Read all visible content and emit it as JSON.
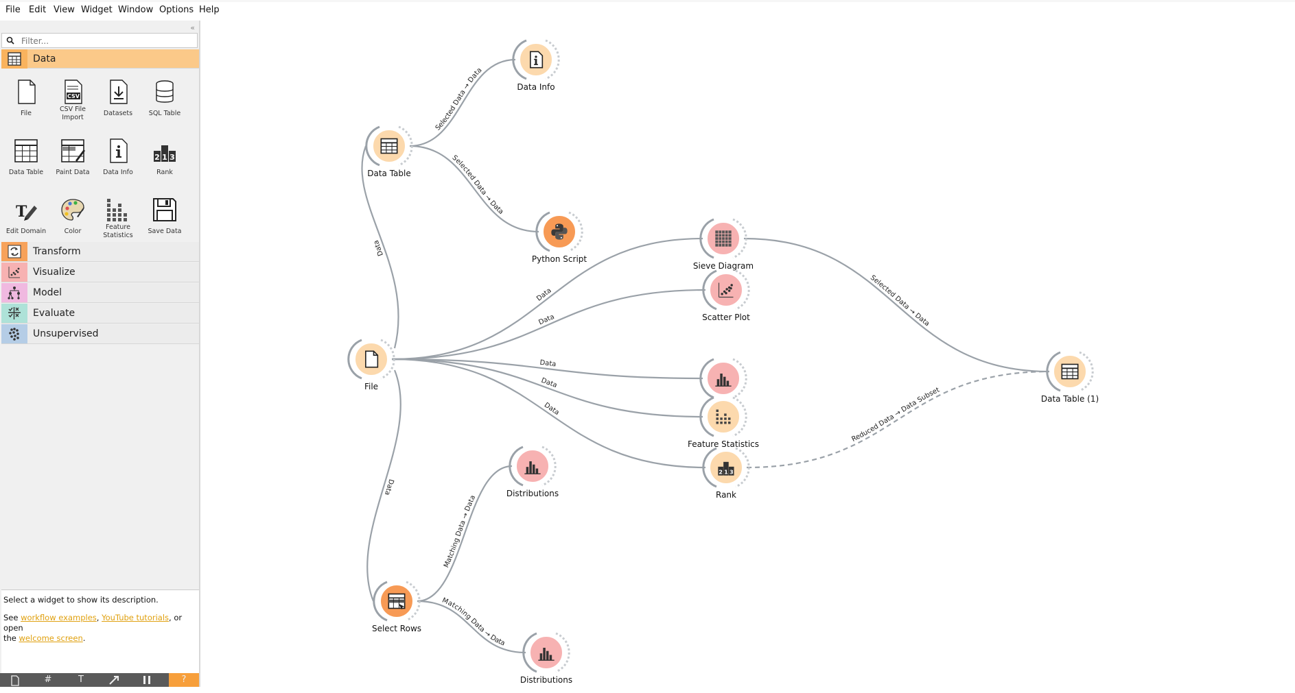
{
  "menu": [
    "File",
    "Edit",
    "View",
    "Widget",
    "Window",
    "Options",
    "Help"
  ],
  "sidebar": {
    "collapse_glyph": "«",
    "filter_placeholder": "Filter...",
    "active_category": "Data",
    "data_widgets": [
      {
        "label": "File",
        "icon": "file-icon"
      },
      {
        "label": "CSV File Import",
        "icon": "csv-icon"
      },
      {
        "label": "Datasets",
        "icon": "datasets-icon"
      },
      {
        "label": "SQL Table",
        "icon": "database-icon"
      },
      {
        "label": "Data Table",
        "icon": "table-icon"
      },
      {
        "label": "Paint Data",
        "icon": "paint-data-icon"
      },
      {
        "label": "Data Info",
        "icon": "info-icon"
      },
      {
        "label": "Rank",
        "icon": "rank-icon"
      },
      {
        "label": "Edit Domain",
        "icon": "edit-domain-icon"
      },
      {
        "label": "Color",
        "icon": "palette-icon"
      },
      {
        "label": "Feature Statistics",
        "icon": "feature-statistics-icon"
      },
      {
        "label": "Save Data",
        "icon": "save-icon"
      }
    ],
    "categories": [
      {
        "label": "Transform",
        "color": "#f7a25a"
      },
      {
        "label": "Visualize",
        "color": "#f7b2b2"
      },
      {
        "label": "Model",
        "color": "#f0b9e0"
      },
      {
        "label": "Evaluate",
        "color": "#aee2d8"
      },
      {
        "label": "Unsupervised",
        "color": "#b5cde6"
      }
    ]
  },
  "description": {
    "line1": "Select a widget to show its description.",
    "see": "See ",
    "link_workflow": "workflow examples",
    "comma": ", ",
    "link_youtube": "YouTube tutorials",
    "or_open": ", or open",
    "the": "the ",
    "link_welcome": "welcome screen",
    "period": "."
  },
  "toolbar": {
    "tools": [
      "info-tool-icon",
      "grid-tool-icon",
      "text-tool-icon",
      "arrow-tool-icon",
      "pause-tool-icon",
      "help-tool-icon"
    ],
    "text_tool_glyph": "T",
    "help_glyph": "?"
  },
  "canvas": {
    "nodes": [
      {
        "id": "file",
        "label": "File",
        "icon": "file-icon",
        "color": "#fcd9ad"
      },
      {
        "id": "data-table",
        "label": "Data Table",
        "icon": "table-icon",
        "color": "#fcd9ad"
      },
      {
        "id": "data-info",
        "label": "Data Info",
        "icon": "info-icon",
        "color": "#fcd9ad"
      },
      {
        "id": "python-script",
        "label": "Python Script",
        "icon": "python-icon",
        "color": "#f79a55"
      },
      {
        "id": "sieve-diagram",
        "label": "Sieve Diagram",
        "icon": "sieve-icon",
        "color": "#f7b2b2"
      },
      {
        "id": "scatter-plot",
        "label": "Scatter Plot",
        "icon": "scatter-icon",
        "color": "#f7b2b2"
      },
      {
        "id": "distributions-top",
        "label": "",
        "icon": "distributions-icon",
        "color": "#f7b2b2"
      },
      {
        "id": "feature-statistics",
        "label": "Feature Statistics",
        "icon": "feature-statistics-icon",
        "color": "#fcd9ad"
      },
      {
        "id": "rank",
        "label": "Rank",
        "icon": "rank-icon",
        "color": "#fcd9ad"
      },
      {
        "id": "data-table-1",
        "label": "Data Table (1)",
        "icon": "table-icon",
        "color": "#fcd9ad"
      },
      {
        "id": "distributions-1",
        "label": "Distributions",
        "icon": "distributions-icon",
        "color": "#f7b2b2"
      },
      {
        "id": "select-rows",
        "label": "Select Rows",
        "icon": "select-rows-icon",
        "color": "#f79a55"
      },
      {
        "id": "distributions-2",
        "label": "Distributions",
        "icon": "distributions-icon",
        "color": "#f7b2b2"
      }
    ],
    "links": [
      {
        "from": "data-table",
        "to": "data-info",
        "label": "Selected Data → Data"
      },
      {
        "from": "data-table",
        "to": "python-script",
        "label": "Selected Data → Data"
      },
      {
        "from": "file",
        "to": "data-table",
        "label": "Data"
      },
      {
        "from": "file",
        "to": "sieve-diagram",
        "label": "Data"
      },
      {
        "from": "file",
        "to": "scatter-plot",
        "label": "Data"
      },
      {
        "from": "file",
        "to": "distributions-top",
        "label": "Data"
      },
      {
        "from": "file",
        "to": "feature-statistics",
        "label": "Data"
      },
      {
        "from": "file",
        "to": "rank",
        "label": "Data"
      },
      {
        "from": "file",
        "to": "select-rows",
        "label": "Data"
      },
      {
        "from": "sieve-diagram",
        "to": "data-table-1",
        "label": "Selected Data → Data"
      },
      {
        "from": "rank",
        "to": "data-table-1",
        "label": "Reduced Data → Data Subset"
      },
      {
        "from": "select-rows",
        "to": "distributions-1",
        "label": "Matching Data → Data"
      },
      {
        "from": "select-rows",
        "to": "distributions-2",
        "label": "Matching Data → Data"
      }
    ]
  }
}
